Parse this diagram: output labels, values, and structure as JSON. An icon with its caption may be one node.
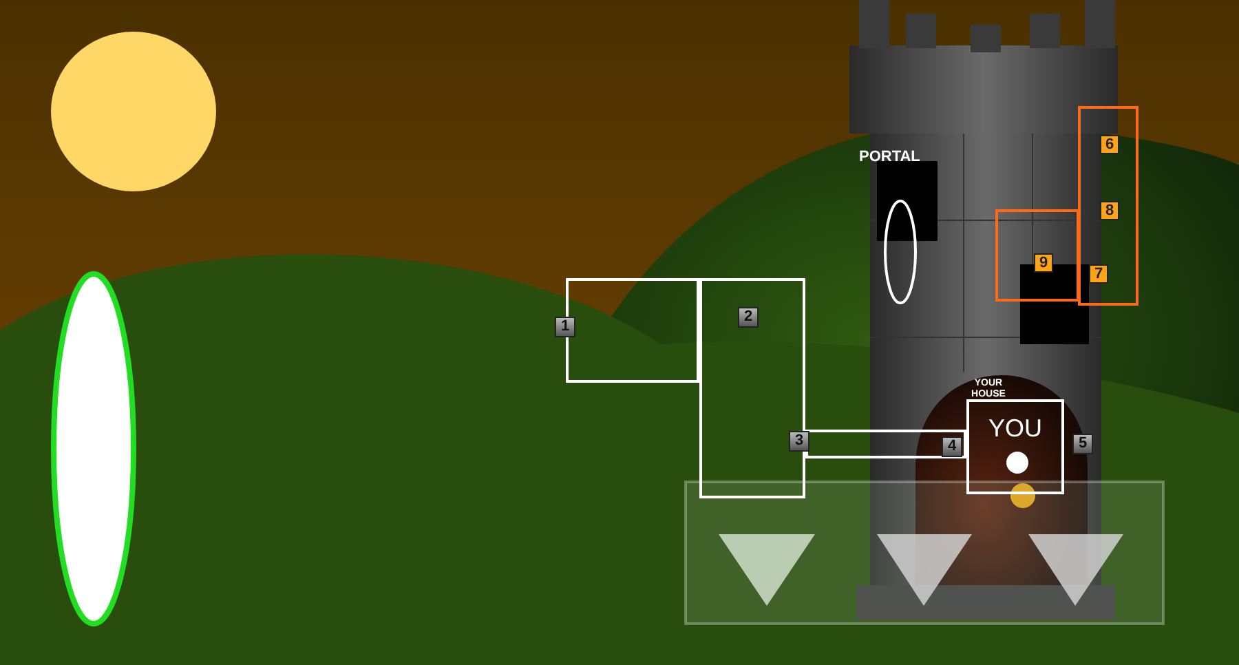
{
  "diagram": {
    "nodes": [
      {
        "text": [],
        "shape": "box"
      },
      {
        "text": [],
        "shape": "box"
      },
      {
        "text": [],
        "shape": "box"
      },
      {
        "text": [
          "YOU"
        ],
        "beside": [
          "YOUR HOUSE"
        ]
      },
      {
        "text": [],
        "shape": "box"
      },
      {
        "text": [],
        "shape": "box"
      },
      {
        "text": [
          "1"
        ]
      },
      {
        "text": [
          "2"
        ],
        "in": 1
      },
      {
        "text": [
          "3"
        ]
      },
      {
        "text": [
          "4"
        ],
        "in": 2
      },
      {
        "text": [
          "5"
        ]
      },
      {
        "text": [
          "6"
        ],
        "in": 4
      },
      {
        "text": [
          "8"
        ],
        "in": 4
      },
      {
        "text": [
          "7"
        ],
        "in": 4
      },
      {
        "text": [
          "9"
        ],
        "in": 5
      },
      {
        "text": [],
        "shape": "ellipse"
      },
      {
        "text": [],
        "shape": "ellipse"
      }
    ],
    "labels": [
      "PORTAL"
    ]
  }
}
